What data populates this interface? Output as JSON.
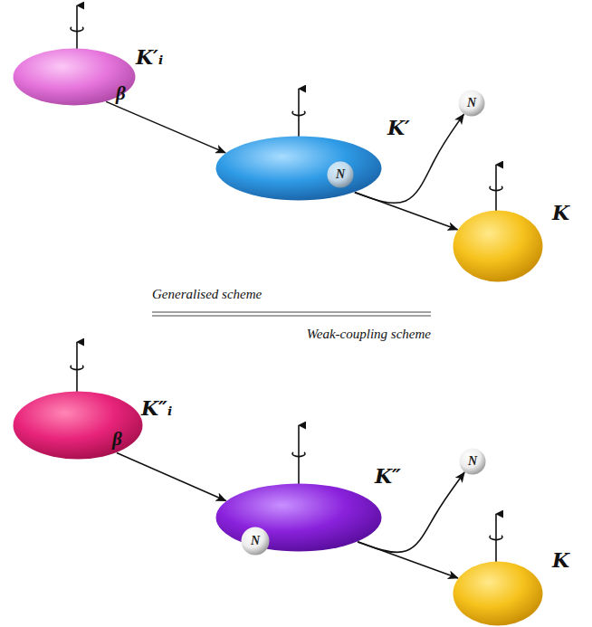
{
  "diagram": {
    "nodes": [
      {
        "text": [
          "K′ᵢ"
        ]
      },
      {
        "text": [
          "K′"
        ]
      },
      {
        "text": [
          "N"
        ],
        "in": 1
      },
      {
        "text": [
          "N"
        ]
      },
      {
        "text": [
          "K"
        ]
      },
      {
        "text": [
          "K″ᵢ"
        ]
      },
      {
        "text": [
          "K″"
        ]
      },
      {
        "text": [
          "N"
        ]
      },
      {
        "text": [
          "N"
        ]
      },
      {
        "text": [
          "K"
        ]
      }
    ],
    "edges": [
      {
        "from": 0,
        "to": 1,
        "arrow": "to",
        "label": "β"
      },
      {
        "from": 1,
        "to": 4,
        "arrow": "to"
      },
      {
        "from": 1,
        "to": 3,
        "arrow": "to"
      },
      {
        "from": 5,
        "to": 6,
        "arrow": "to",
        "label": "β"
      },
      {
        "from": 6,
        "to": 9,
        "arrow": "to"
      },
      {
        "from": 6,
        "to": 8,
        "arrow": "to"
      }
    ],
    "labels": [
      "Generalised scheme",
      "Weak-coupling scheme"
    ]
  }
}
